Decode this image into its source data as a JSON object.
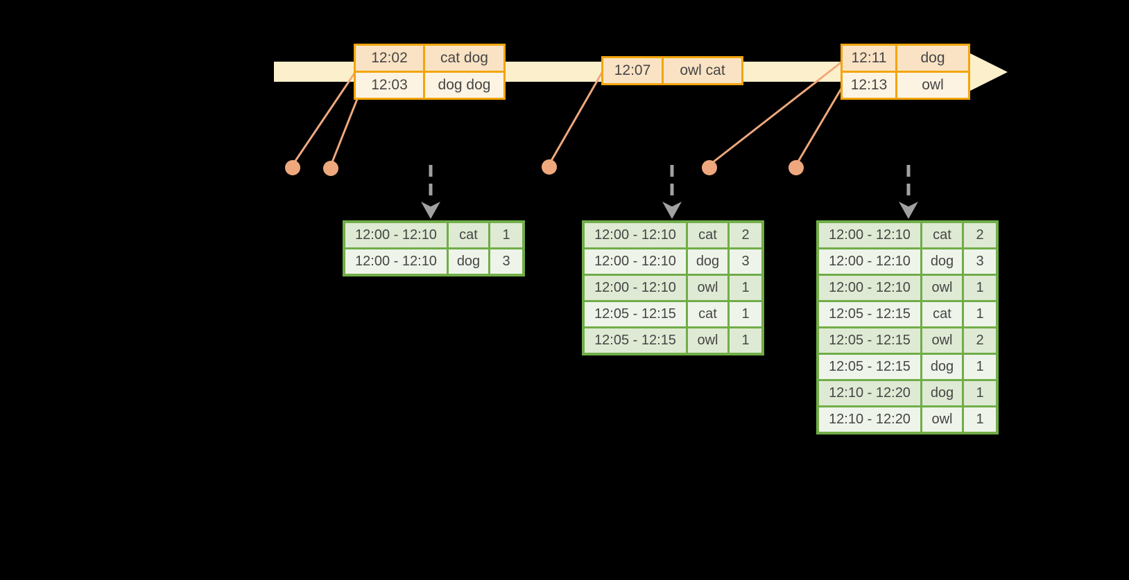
{
  "colors": {
    "canvas_bg": "#000000",
    "timeline_fill": "#FCF0CC",
    "event_border": "#F2A50C",
    "event_row_dark": "#FAE3C4",
    "event_row_light": "#FDF3E2",
    "connector": "#EFA87D",
    "trigger_arrow": "#A1A1A1",
    "result_border": "#70AD47",
    "result_row_dark": "#DFEAD4",
    "result_row_light": "#EFF4EA",
    "text": "#454545"
  },
  "icons": {
    "timeline_arrow": "right-arrow",
    "trigger_arrow": "down-dashed-arrow",
    "event_marker": "dot-with-leader-line"
  },
  "event_tables": [
    {
      "rows": [
        {
          "time": "12:02",
          "words": "cat dog"
        },
        {
          "time": "12:03",
          "words": "dog dog"
        }
      ]
    },
    {
      "rows": [
        {
          "time": "12:07",
          "words": "owl cat"
        }
      ]
    },
    {
      "rows": [
        {
          "time": "12:11",
          "words": "dog"
        },
        {
          "time": "12:13",
          "words": "owl"
        }
      ]
    }
  ],
  "result_tables": [
    {
      "rows": [
        {
          "window": "12:00 - 12:10",
          "word": "cat",
          "count": "1"
        },
        {
          "window": "12:00 - 12:10",
          "word": "dog",
          "count": "3"
        }
      ]
    },
    {
      "rows": [
        {
          "window": "12:00 - 12:10",
          "word": "cat",
          "count": "2"
        },
        {
          "window": "12:00 - 12:10",
          "word": "dog",
          "count": "3"
        },
        {
          "window": "12:00 - 12:10",
          "word": "owl",
          "count": "1"
        },
        {
          "window": "12:05 - 12:15",
          "word": "cat",
          "count": "1"
        },
        {
          "window": "12:05 - 12:15",
          "word": "owl",
          "count": "1"
        }
      ]
    },
    {
      "rows": [
        {
          "window": "12:00 - 12:10",
          "word": "cat",
          "count": "2"
        },
        {
          "window": "12:00 - 12:10",
          "word": "dog",
          "count": "3"
        },
        {
          "window": "12:00 - 12:10",
          "word": "owl",
          "count": "1"
        },
        {
          "window": "12:05 - 12:15",
          "word": "cat",
          "count": "1"
        },
        {
          "window": "12:05 - 12:15",
          "word": "owl",
          "count": "2"
        },
        {
          "window": "12:05 - 12:15",
          "word": "dog",
          "count": "1"
        },
        {
          "window": "12:10 - 12:20",
          "word": "dog",
          "count": "1"
        },
        {
          "window": "12:10 - 12:20",
          "word": "owl",
          "count": "1"
        }
      ]
    }
  ]
}
